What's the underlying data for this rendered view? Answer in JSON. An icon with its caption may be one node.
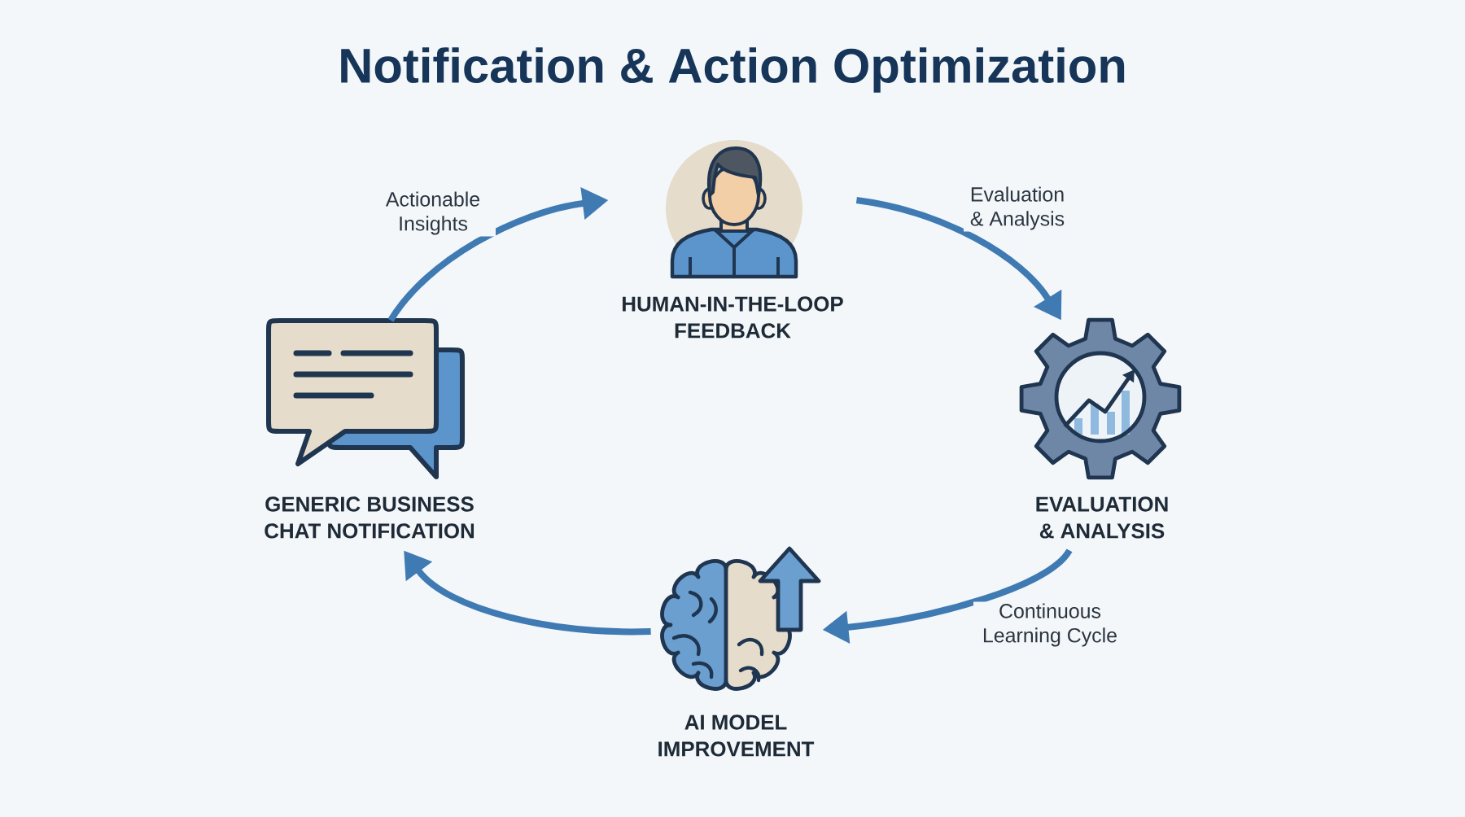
{
  "diagram": {
    "title": "Notification & Action Optimization",
    "nodes": [
      {
        "text": [
          "HUMAN-IN-THE-LOOP FEEDBACK"
        ]
      },
      {
        "text": [
          "EVALUATION & ANALYSIS"
        ]
      },
      {
        "text": [
          "AI MODEL IMPROVEMENT"
        ]
      },
      {
        "text": [
          "GENERIC BUSINESS CHAT NOTIFICATION"
        ]
      }
    ],
    "edges": [
      {
        "from": 3,
        "to": 0,
        "arrow": "to",
        "label": "Actionable Insights"
      },
      {
        "from": 0,
        "to": 1,
        "arrow": "to",
        "label": "Evaluation & Analysis"
      },
      {
        "from": 1,
        "to": 2,
        "arrow": "to",
        "label": "Continuous Learning Cycle"
      },
      {
        "from": 2,
        "to": 3,
        "arrow": "to"
      }
    ]
  }
}
